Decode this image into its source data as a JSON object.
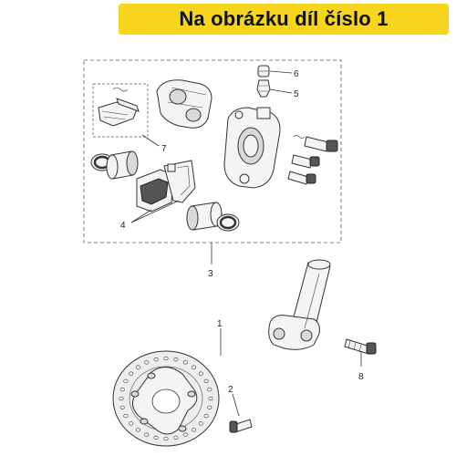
{
  "banner": {
    "text": "Na obrázku díl číslo 1",
    "color": "#f6d51c"
  },
  "callouts": [
    {
      "id": "1",
      "label": "1"
    },
    {
      "id": "2",
      "label": "2"
    },
    {
      "id": "3",
      "label": "3"
    },
    {
      "id": "4",
      "label": "4"
    },
    {
      "id": "5",
      "label": "5"
    },
    {
      "id": "6",
      "label": "6"
    },
    {
      "id": "7",
      "label": "7"
    },
    {
      "id": "8",
      "label": "8"
    }
  ]
}
